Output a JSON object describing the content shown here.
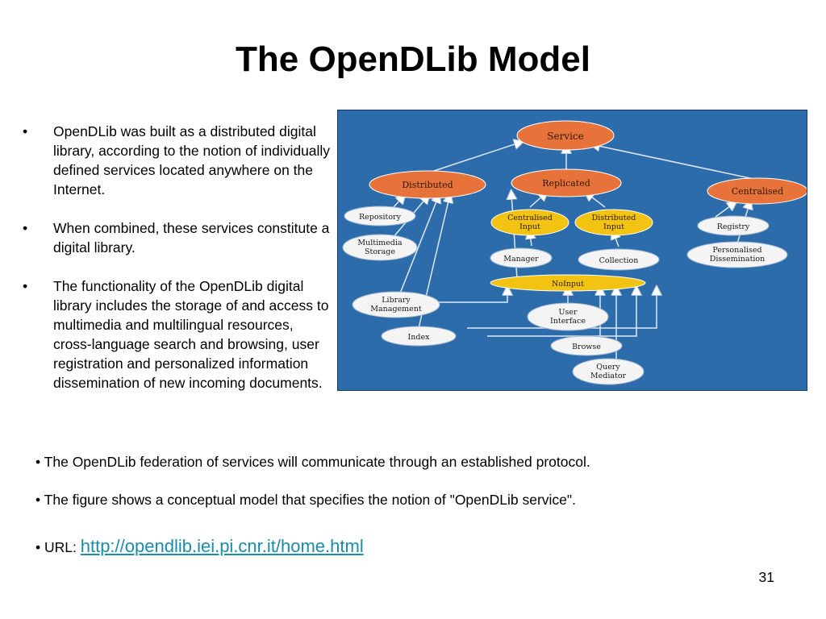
{
  "slide": {
    "title": "The OpenDLib Model",
    "bullets": [
      "OpenDLib was built as a distributed digital library, according to the notion of individually defined services located anywhere on the Internet.",
      "When combined, these services constitute a digital library.",
      "The functionality of the OpenDLib digital library includes the storage of and access to multimedia and multilingual resources, cross-language search and browsing, user registration and personalized information dissemination of new incoming documents."
    ],
    "bullet_marker": "•",
    "line_federation": "• The OpenDLib federation of services will communicate through an established protocol.",
    "line_figure": "• The figure shows a conceptual model that specifies the notion of \"OpenDLib service\".",
    "url_prefix": "• URL: ",
    "url_text": "http://opendlib.iei.pi.cnr.it/home.html",
    "page_number": "31"
  },
  "diagram": {
    "background_color": "#2c6cab",
    "orange_color": "#e8733a",
    "yellow_color": "#f2c313",
    "white_color": "#f4f4f4",
    "nodes": {
      "service": "Service",
      "distributed": "Distributed",
      "replicated": "Replicated",
      "centralised": "Centralised",
      "repository": "Repository",
      "multimedia_l1": "Multimedia",
      "multimedia_l2": "Storage",
      "central_input_l1": "Centralised",
      "central_input_l2": "Input",
      "dist_input_l1": "Distributed",
      "dist_input_l2": "Input",
      "registry": "Registry",
      "personalised_l1": "Personalised",
      "personalised_l2": "Dissemination",
      "manager": "Manager",
      "collection": "Collection",
      "noinput": "NoInput",
      "library_l1": "Library",
      "library_l2": "Management",
      "user_interface_l1": "User",
      "user_interface_l2": "Interface",
      "index": "Index",
      "browse": "Browse",
      "query_l1": "Query",
      "query_l2": "Mediator"
    }
  }
}
